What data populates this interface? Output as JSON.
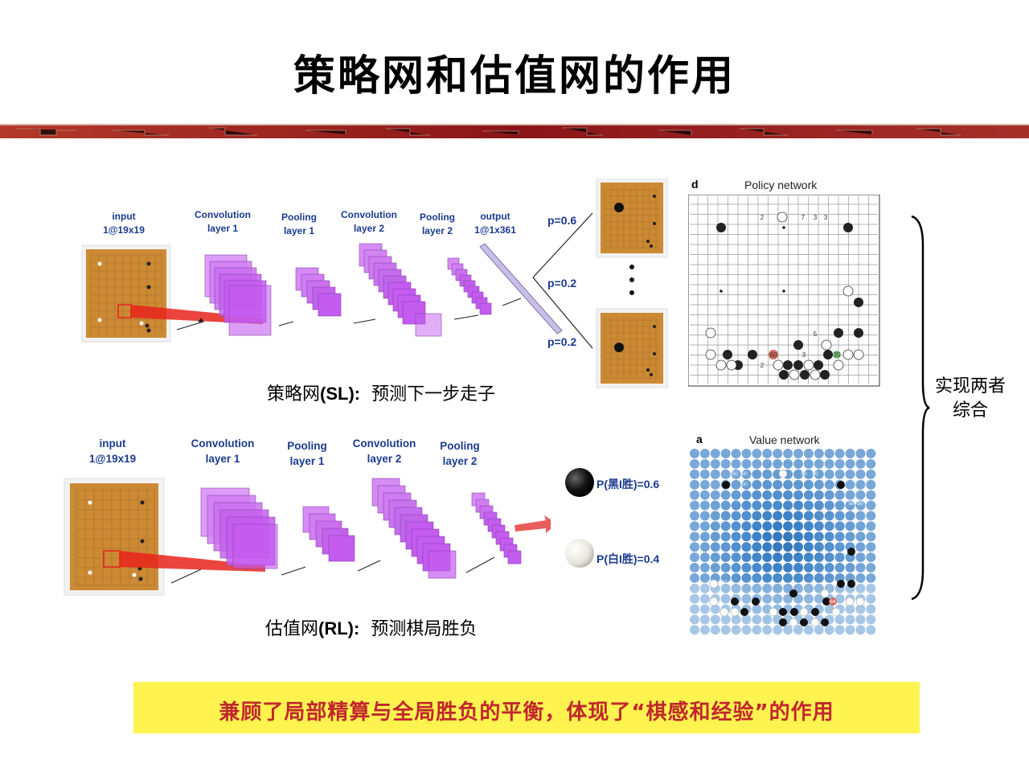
{
  "title": "策略网和估值网的作用",
  "colors": {
    "title_band": "#9b1b1e",
    "label_blue": "#1b3b8f",
    "summary_text": "#c0272d",
    "summary_bg": "#fff34f",
    "board": "#cc8a34",
    "layer": "#c45cf0"
  },
  "policy_pipeline": {
    "input_label": "input\n1@19x19",
    "conv1_label": "Convolution\nlayer 1",
    "pool1_label": "Pooling\nlayer 1",
    "conv2_label": "Convolution\nlayer 2",
    "pool2_label": "Pooling\nlayer 2",
    "output_label": "output\n1@1x361",
    "probs": [
      "p=0.6",
      "p=0.2",
      "p=0.2"
    ]
  },
  "policy_caption": {
    "prefix": "策略网",
    "abbr": "(SL):",
    "desc": "预测下一步走子"
  },
  "value_pipeline": {
    "input_label": "input\n1@19x19",
    "conv1_label": "Convolution\nlayer 1",
    "pool1_label": "Pooling\nlayer 1",
    "conv2_label": "Convolution\nlayer 2",
    "pool2_label": "Pooling\nlayer 2",
    "p_black": "P(黑I胜)=0.6",
    "p_white": "P(白I胜)=0.4"
  },
  "value_caption": {
    "prefix": "估值网",
    "abbr": "(RL):",
    "desc": "预测棋局胜负"
  },
  "policy_network_panel": {
    "letter": "d",
    "title": "Policy network",
    "numbers": [
      "2",
      "7",
      "3",
      "3",
      "5",
      "60",
      "3",
      "35",
      "2"
    ]
  },
  "value_network_panel": {
    "letter": "a",
    "title": "Value network",
    "numbers": [
      "50",
      "50",
      "50",
      "50",
      "50",
      "50",
      "50",
      "50",
      "64"
    ]
  },
  "side_text": "实现两者综合",
  "summary": "兼顾了局部精算与全局胜负的平衡，体现了“棋感和经验”的作用"
}
